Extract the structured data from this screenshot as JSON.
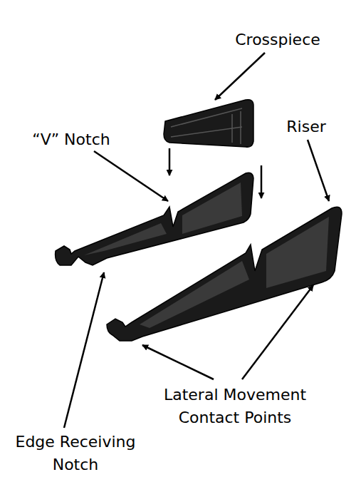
{
  "diagram": {
    "labels": [
      "Crosspiece",
      "Riser",
      "“V” Notch",
      "Lateral Movement Contact Points",
      "Edge Receiving Notch"
    ]
  }
}
